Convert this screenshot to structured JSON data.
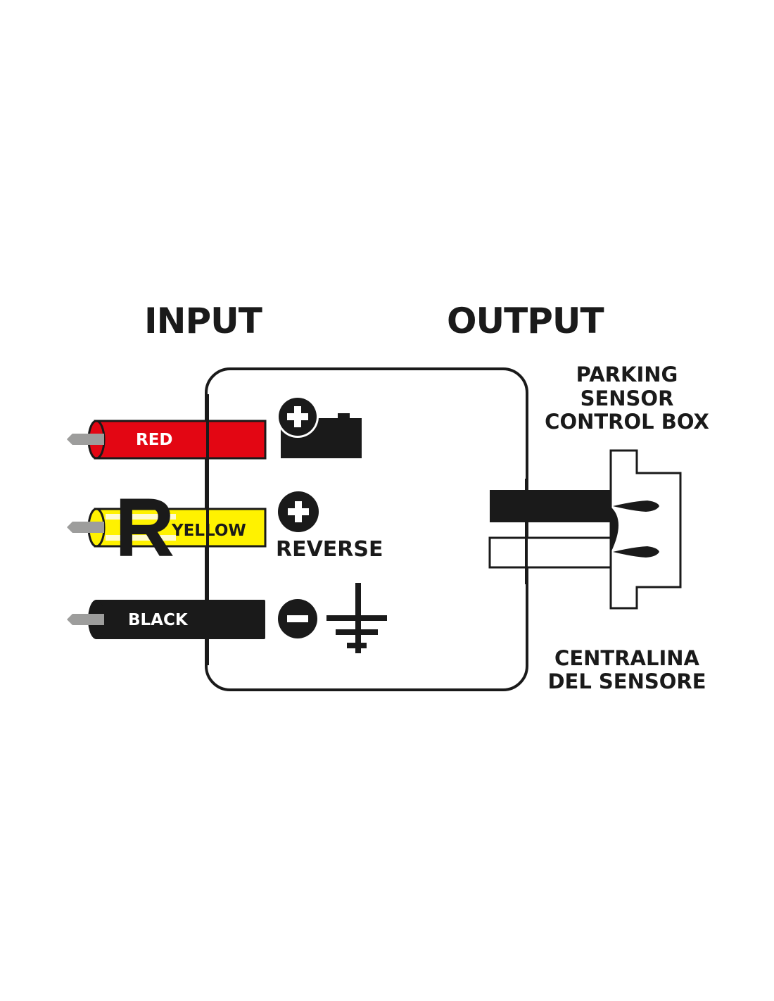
{
  "titles": {
    "input": "INPUT",
    "output": "OUTPUT"
  },
  "wires": [
    {
      "id": "red",
      "label": "RED",
      "color": "#e30613",
      "text_color": "#ffffff",
      "terminal": "battery-positive"
    },
    {
      "id": "yellow",
      "label": "YELLOW",
      "color": "#fff200",
      "text_color": "#1a1a1a",
      "terminal": "reverse-positive",
      "badge": "R"
    },
    {
      "id": "black",
      "label": "BLACK",
      "color": "#1a1a1a",
      "text_color": "#ffffff",
      "terminal": "ground-negative"
    }
  ],
  "terminals": {
    "battery": {
      "symbol": "+",
      "icon": "battery-icon"
    },
    "reverse": {
      "symbol": "+",
      "label": "REVERSE"
    },
    "ground": {
      "symbol": "−",
      "icon": "ground-icon"
    }
  },
  "output_device": {
    "label_en": [
      "PARKING",
      "SENSOR",
      "CONTROL BOX"
    ],
    "label_it": [
      "CENTRALINA",
      "DEL SENSORE"
    ]
  },
  "colors": {
    "ink": "#1a1a1a",
    "pin": "#9d9d9c",
    "red": "#e30613",
    "yellow": "#fff200"
  }
}
